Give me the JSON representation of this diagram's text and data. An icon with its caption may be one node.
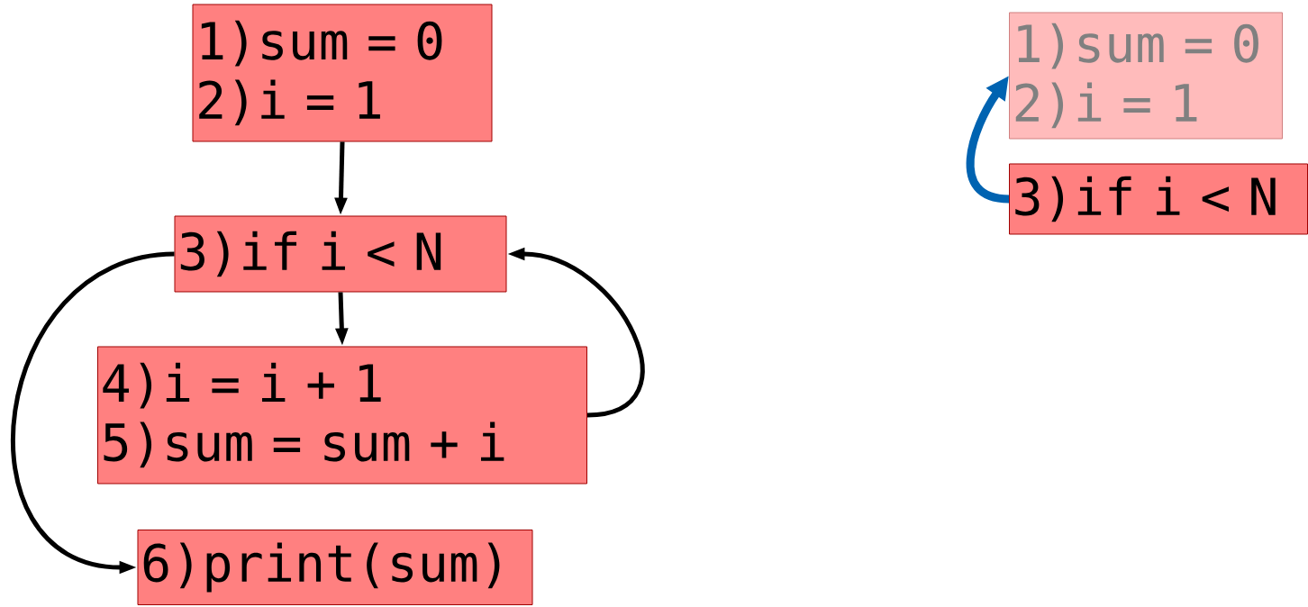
{
  "diagram": {
    "nodes": [
      {
        "text": [
          "1)sum = 0",
          "2)i = 1"
        ]
      },
      {
        "text": [
          "3)if i < N"
        ]
      },
      {
        "text": [
          "4)i = i + 1",
          "5)sum = sum + i"
        ]
      },
      {
        "text": [
          "6)print(sum)"
        ]
      },
      {
        "text": [
          "1)sum = 0",
          "2)i = 1"
        ]
      },
      {
        "text": [
          "3)if i < N"
        ]
      }
    ],
    "edges": [
      {
        "from": 0,
        "to": 1,
        "arrow": "to"
      },
      {
        "from": 1,
        "to": 2,
        "arrow": "to"
      },
      {
        "from": 2,
        "to": 1,
        "arrow": "to"
      },
      {
        "from": 1,
        "to": 3,
        "arrow": "to"
      },
      {
        "from": 5,
        "to": 4,
        "arrow": "to",
        "style": "thick",
        "color": "#0063b1"
      }
    ]
  }
}
